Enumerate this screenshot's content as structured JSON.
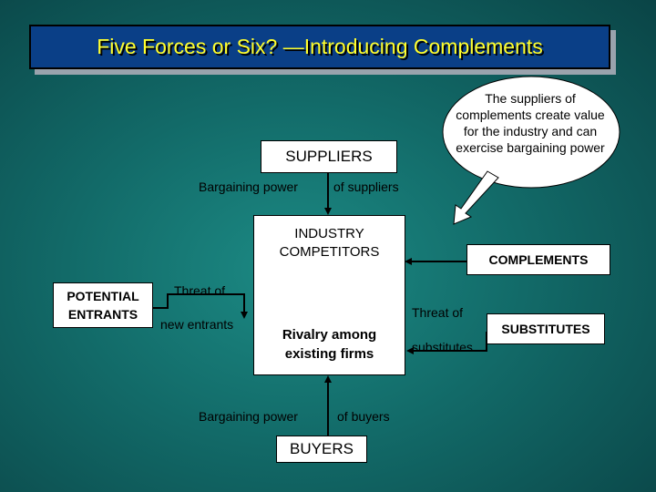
{
  "title": "Five Forces or Six? —Introducing Complements",
  "callout": "The suppliers of complements create value for the industry and can exercise bargaining power",
  "boxes": {
    "suppliers": "SUPPLIERS",
    "competitors_line1": "INDUSTRY",
    "competitors_line2": "COMPETITORS",
    "rivalry_line1": "Rivalry among",
    "rivalry_line2": "existing firms",
    "complements": "COMPLEMENTS",
    "entrants_line1": "POTENTIAL",
    "entrants_line2": "ENTRANTS",
    "substitutes": "SUBSTITUTES",
    "buyers": "BUYERS"
  },
  "labels": {
    "supplier_power_a": "Bargaining power",
    "supplier_power_b": "of suppliers",
    "entrant_threat_a": "Threat of",
    "entrant_threat_b": "new entrants",
    "substitute_threat_a": "Threat of",
    "substitute_threat_b": "substitutes",
    "buyer_power_a": "Bargaining power",
    "buyer_power_b": "of buyers"
  },
  "colors": {
    "title_bg": "#0a3f87",
    "title_text": "#ffff2e",
    "cycle_red": "#e8322a",
    "cycle_blue": "#1e63c8",
    "cycle_green": "#2a9a3a"
  },
  "icons": [
    "rivalry-cycle-icon"
  ]
}
